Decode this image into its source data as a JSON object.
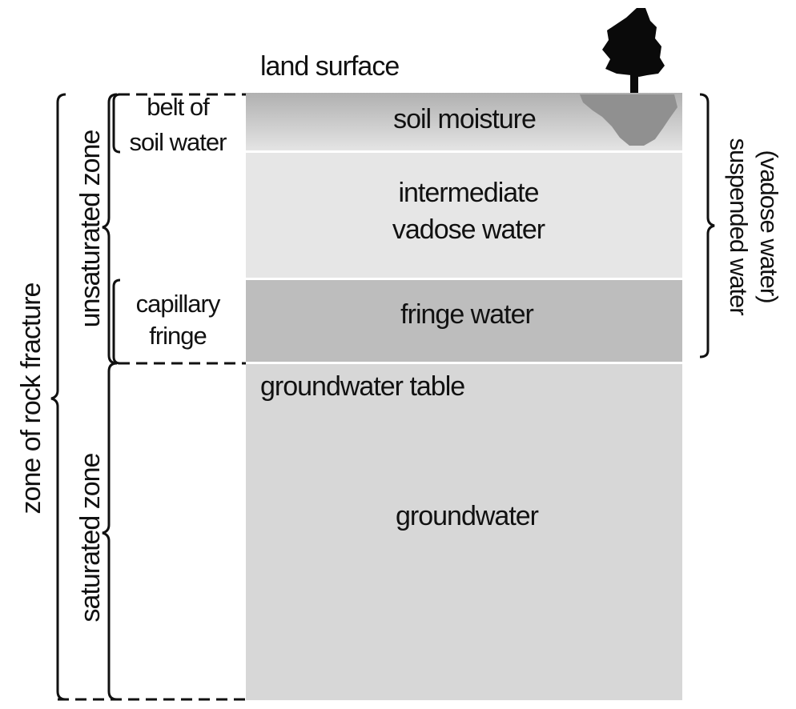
{
  "diagram": {
    "land_surface": "land surface",
    "layers": {
      "soil_moisture": "soil moisture",
      "intermediate_line1": "intermediate",
      "intermediate_line2": "vadose water",
      "fringe_water": "fringe water",
      "groundwater_table": "groundwater table",
      "groundwater": "groundwater"
    },
    "left_zones": {
      "belt_line1": "belt of",
      "belt_line2": "soil water",
      "capillary_line1": "capillary",
      "capillary_line2": "fringe"
    },
    "vertical_labels": {
      "unsaturated_zone": "unsaturated zone",
      "saturated_zone": "saturated zone",
      "zone_of_rock_fracture": "zone of rock fracture",
      "suspended_water_line1": "suspended water",
      "suspended_water_line2": "(vadose water)"
    },
    "colors": {
      "soil_top": "#b0b0b0",
      "soil_bottom": "#e4e4e4",
      "intermediate": "#e6e6e6",
      "fringe": "#bdbdbd",
      "groundwater": "#d7d7d7",
      "tree": "#0a0a0a",
      "roots": "#909090"
    },
    "icons": [
      "tree-icon",
      "root-zone-icon"
    ]
  }
}
